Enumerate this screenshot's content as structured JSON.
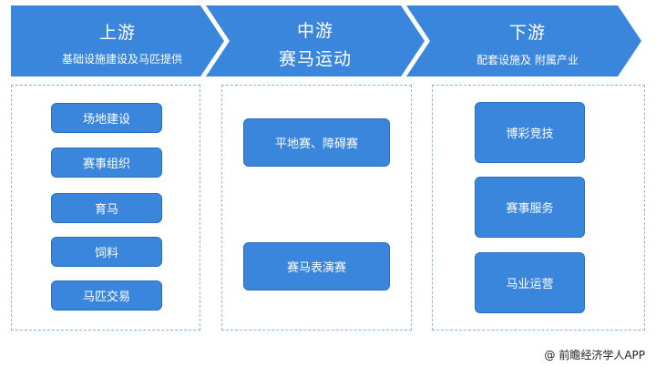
{
  "upstream": {
    "title": "上游",
    "subtitle": "基础设施建设及马匹提供",
    "items": [
      "场地建设",
      "赛事组织",
      "育马",
      "饲料",
      "马匹交易"
    ]
  },
  "midstream": {
    "title": "中游",
    "subtitle": "赛马运动",
    "items": [
      "平地赛、障碍赛",
      "赛马表演赛"
    ]
  },
  "downstream": {
    "title": "下游",
    "subtitle": "配套设施及 附属产业",
    "items": [
      "博彩竞技",
      "赛事服务",
      "马业运营"
    ]
  },
  "footer": {
    "symbol": "@",
    "source": "前瞻经济学人APP"
  },
  "colors": {
    "primary": "#3a86dc",
    "border": "#8ab6e6"
  }
}
